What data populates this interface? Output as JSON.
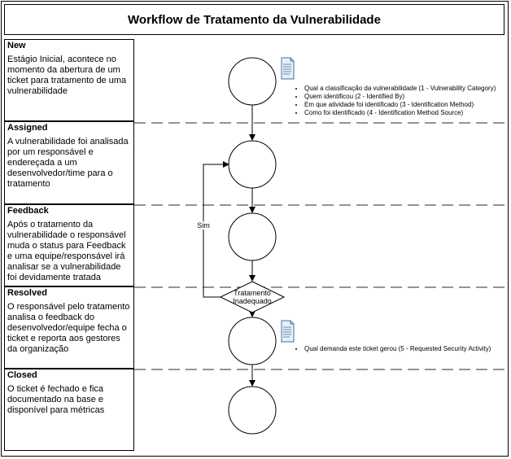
{
  "title": "Workflow de Tratamento da Vulnerabilidade",
  "stages": [
    {
      "name": "New",
      "description": "Estágio Inicial, acontece no momento da abertura de um ticket para tratamento de uma vulnerabilidade"
    },
    {
      "name": "Assigned",
      "description": "A vulnerabilidade foi analisada por um responsável e endereçada a um desenvolvedor/time para o tratamento"
    },
    {
      "name": "Feedback",
      "description": "Após o tratamento da vulnerabilidade o responsável muda o status para Feedback e uma equipe/responsável irá analisar se a vulnerabilidade foi devidamente tratada"
    },
    {
      "name": "Resolved",
      "description": "O responsável pelo tratamento analisa o feedback do desenvolvedor/equipe fecha o ticket e reporta aos gestores da organização"
    },
    {
      "name": "Closed",
      "description": "O ticket é fechado e fica documentado na base e disponível para métricas"
    }
  ],
  "new_notes": [
    "Qual a classificação da vulnerabilidade (1 - Vulnerability Category)",
    "Quem identificou (2 - Identified By)",
    "Em que atividade foi identificado (3 - Identification Method)",
    "Como foi identificado (4 - Identification Method Source)"
  ],
  "resolved_notes": [
    "Qual demanda este ticket gerou (5 - Requested Security Activity)"
  ],
  "decision_label": "Tratamento Inadequado",
  "loop_label": "Sim",
  "icons": [
    "document-icon"
  ]
}
